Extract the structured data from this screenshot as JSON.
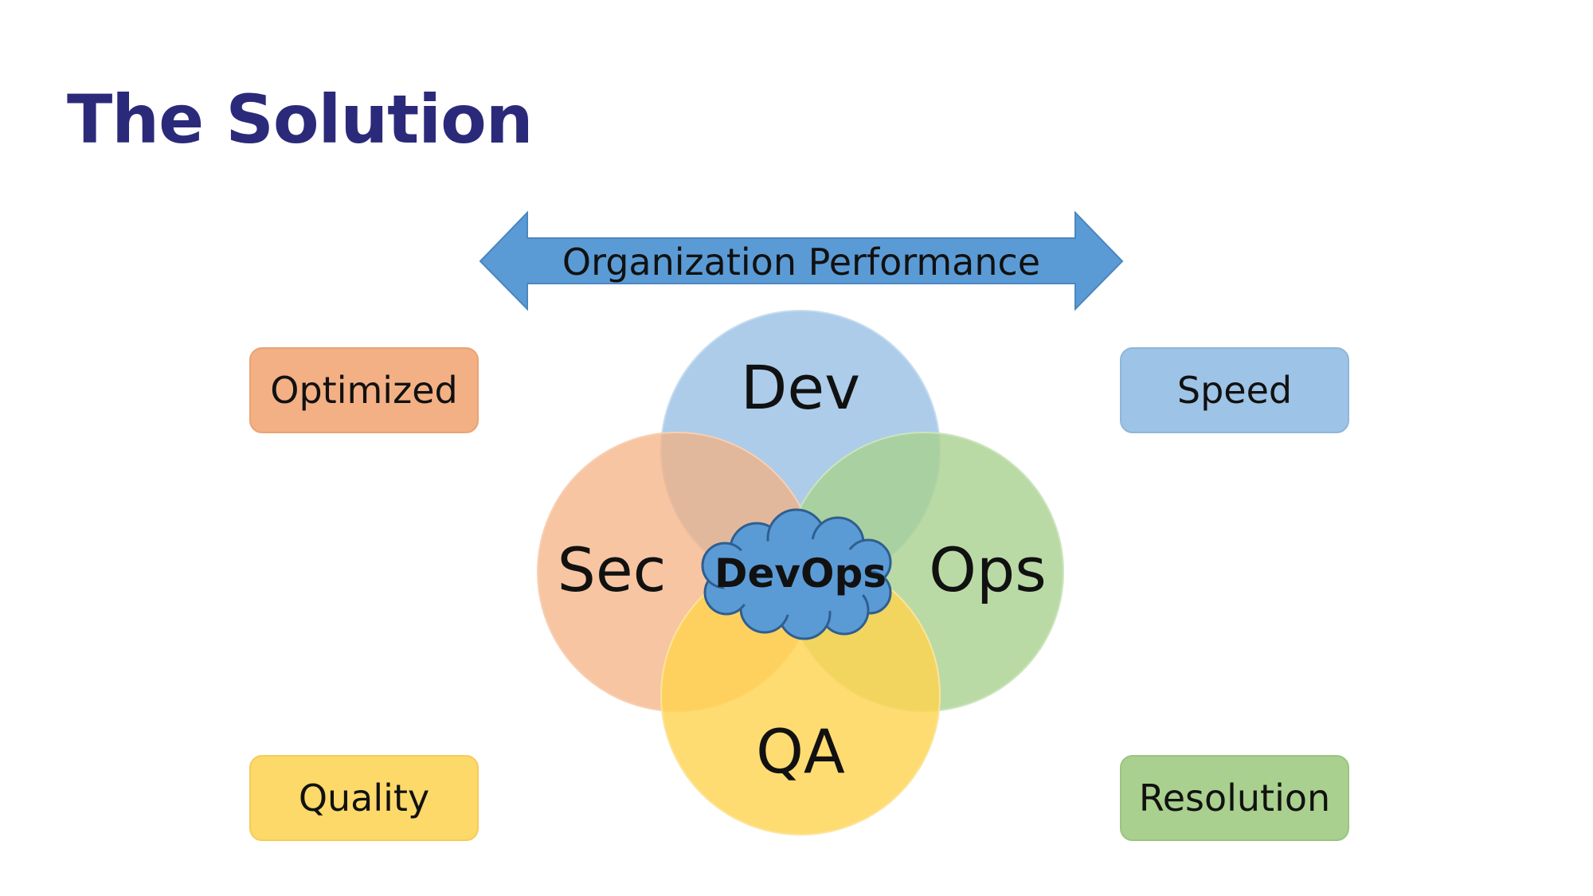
{
  "title": "The Solution",
  "arrow": {
    "label": "Organization Performance",
    "color": "#5b9bd5"
  },
  "circles": {
    "dev": {
      "label": "Dev",
      "color": "#9dc3e6"
    },
    "sec": {
      "label": "Sec",
      "color": "#f4b183"
    },
    "ops": {
      "label": "Ops",
      "color": "#a9d18e"
    },
    "qa": {
      "label": "QA",
      "color": "#ffd34d"
    }
  },
  "center": {
    "label": "DevOps",
    "color": "#5b9bd5"
  },
  "tags": {
    "optimized": {
      "label": "Optimized",
      "color": "#f3b084"
    },
    "speed": {
      "label": "Speed",
      "color": "#9dc3e6"
    },
    "quality": {
      "label": "Quality",
      "color": "#fdd969"
    },
    "resolution": {
      "label": "Resolution",
      "color": "#a9d08e"
    }
  }
}
